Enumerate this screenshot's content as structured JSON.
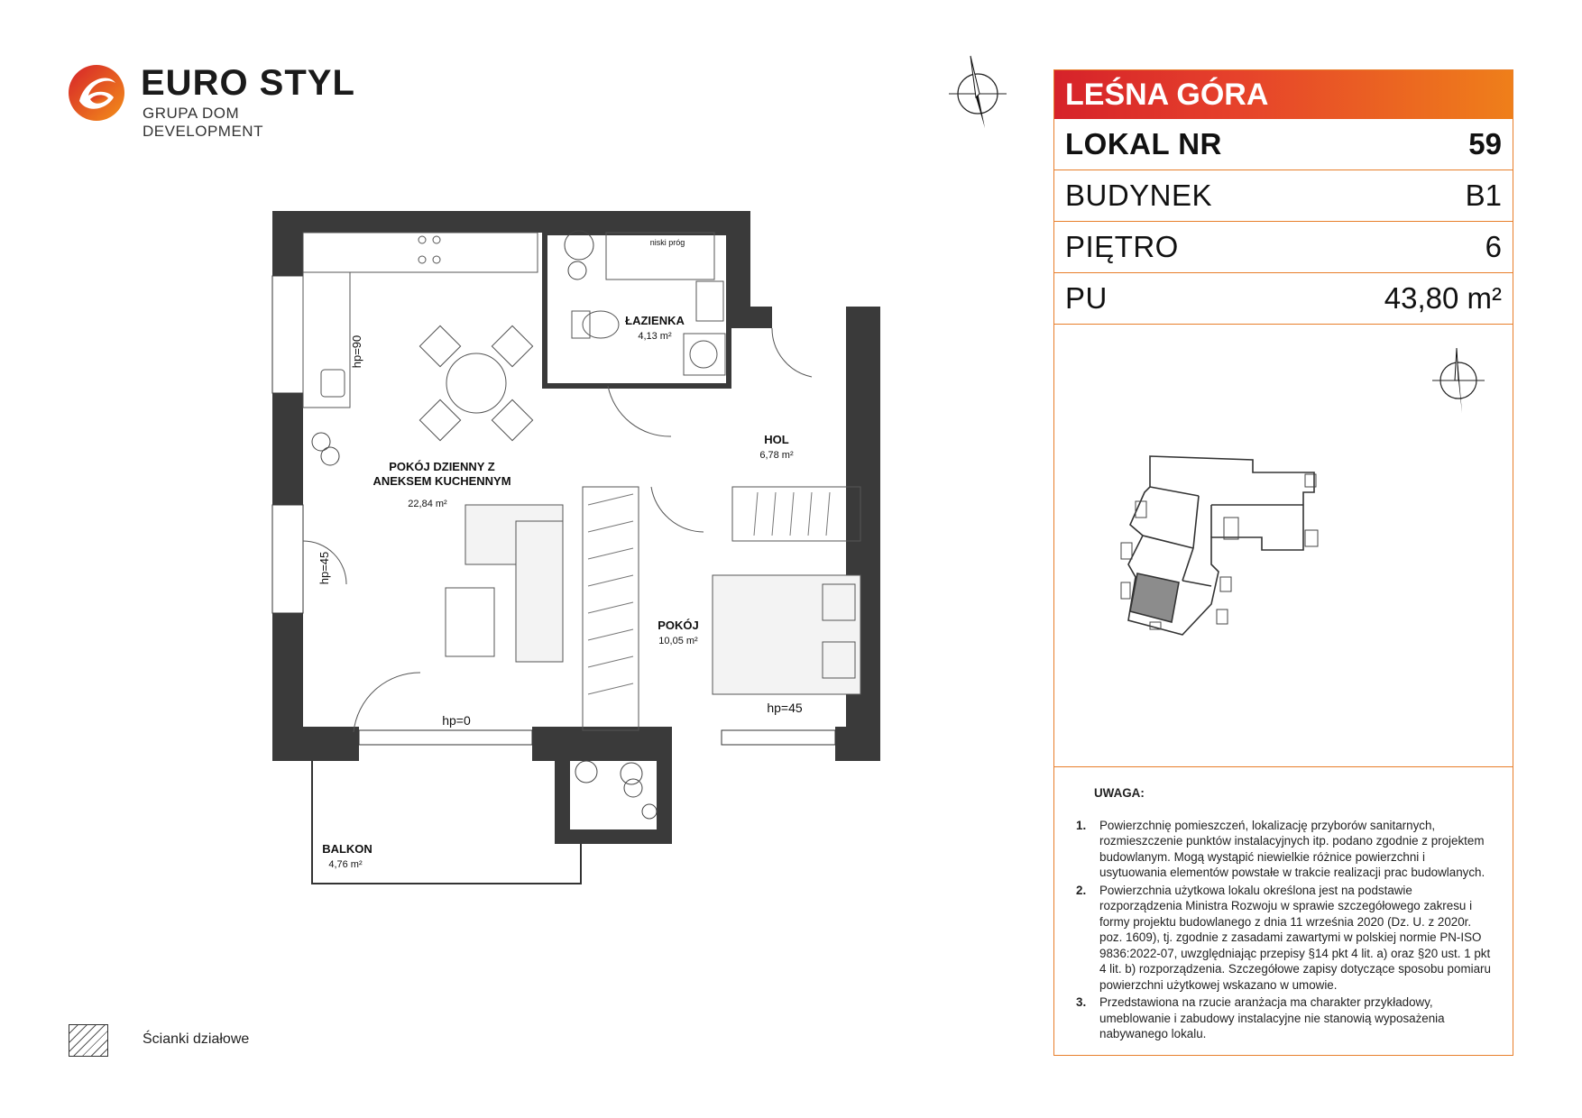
{
  "brand": {
    "name": "EURO STYL",
    "subtitle": "GRUPA DOM DEVELOPMENT",
    "colors": {
      "red": "#d6222a",
      "orange": "#ef7f1a",
      "wall": "#3a3a3a"
    }
  },
  "panel": {
    "title": "LEŚNA GÓRA",
    "rows": [
      {
        "label": "LOKAL NR",
        "value": "59"
      },
      {
        "label": "BUDYNEK",
        "value": "B1"
      },
      {
        "label": "PIĘTRO",
        "value": "6"
      },
      {
        "label": "PU",
        "value": "43,80 m²"
      }
    ]
  },
  "plan": {
    "rooms": {
      "bath": {
        "name": "ŁAZIENKA",
        "area": "4,13 m²"
      },
      "living": {
        "name1": "POKÓJ DZIENNY Z",
        "name2": "ANEKSEM KUCHENNYM",
        "area": "22,84 m²"
      },
      "hall": {
        "name": "HOL",
        "area": "6,78 m²"
      },
      "room": {
        "name": "POKÓJ",
        "area": "10,05 m²"
      },
      "balcony": {
        "name": "BALKON",
        "area": "4,76 m²"
      }
    },
    "labels": {
      "low_threshold": "niski próg",
      "hp90": "hp=90",
      "hp45_left": "hp=45",
      "hp0": "hp=0",
      "hp45_bottom": "hp=45"
    }
  },
  "notes": {
    "title": "UWAGA:",
    "items": [
      {
        "num": "1.",
        "text": "Powierzchnię pomieszczeń, lokalizację przyborów sanitarnych, rozmieszczenie punktów instalacyjnych itp. podano zgodnie z projektem budowlanym. Mogą wystąpić niewielkie różnice powierzchni i usytuowania elementów powstałe w trakcie realizacji prac budowlanych."
      },
      {
        "num": "2.",
        "text": "Powierzchnia użytkowa lokalu określona jest na podstawie rozporządzenia Ministra Rozwoju w sprawie szczegółowego zakresu i formy projektu budowlanego z dnia 11 września 2020 (Dz. U. z 2020r. poz. 1609), tj. zgodnie z zasadami zawartymi w polskiej normie PN-ISO 9836:2022-07, uwzględniając przepisy §14 pkt 4 lit. a) oraz §20 ust. 1 pkt 4 lit. b) rozporządzenia. Szczegółowe zapisy dotyczące sposobu pomiaru powierzchni użytkowej wskazano w umowie."
      },
      {
        "num": "3.",
        "text": "Przedstawiona na rzucie aranżacja ma charakter przykładowy, umeblowanie i zabudowy instalacyjne nie stanowią wyposażenia nabywanego lokalu."
      }
    ]
  },
  "legend": {
    "label": "Ścianki działowe"
  }
}
